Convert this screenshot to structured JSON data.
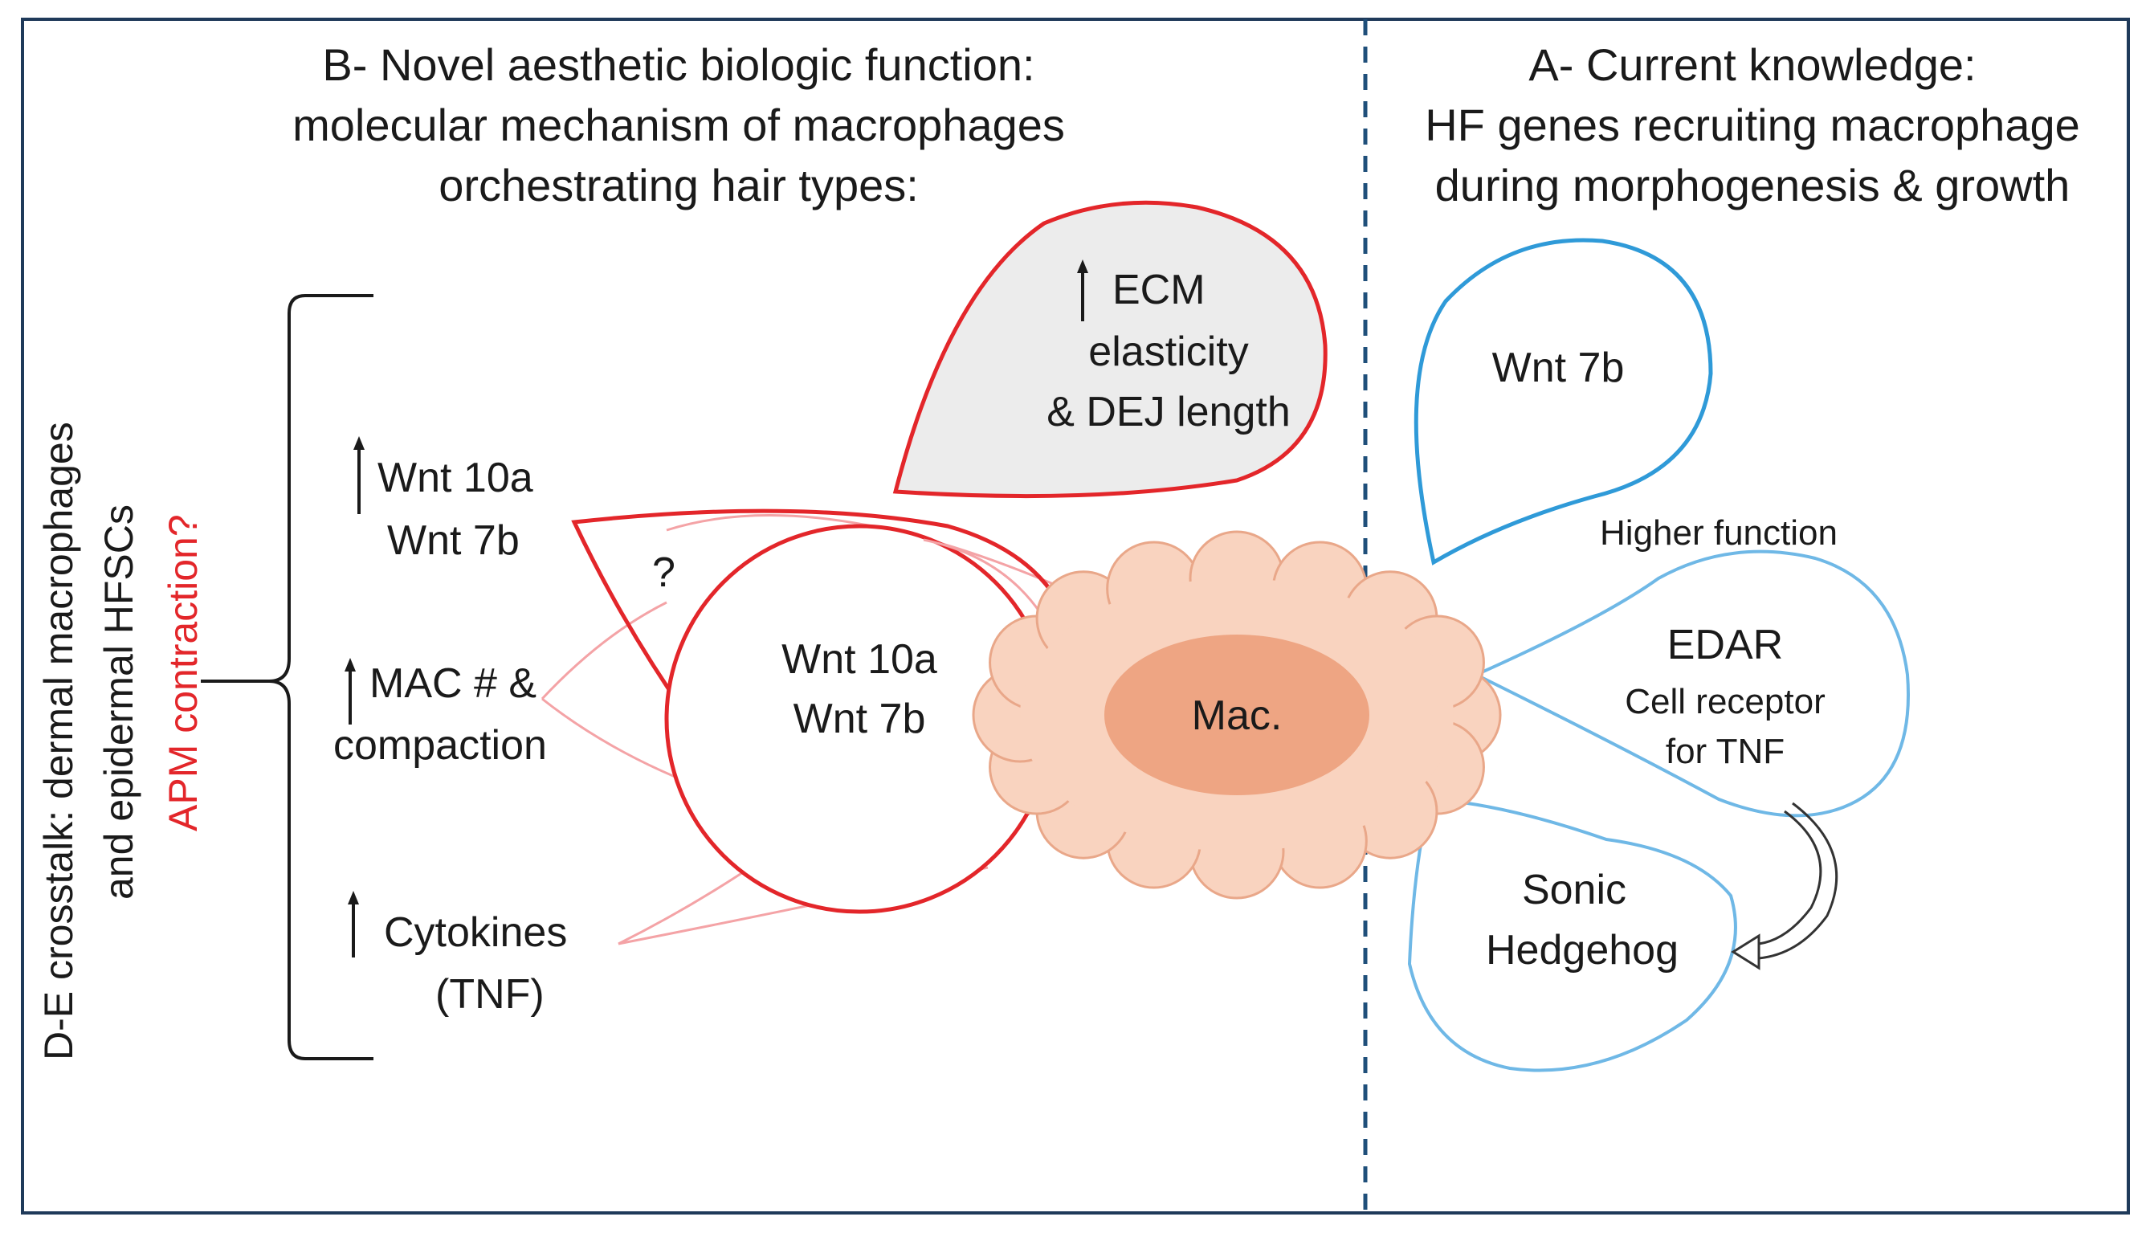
{
  "panel_b": {
    "title_lines": [
      "B- Novel aesthetic biologic function:",
      "molecular mechanism of macrophages",
      "orchestrating hair types:"
    ]
  },
  "panel_a": {
    "title_lines": [
      "A- Current knowledge:",
      "HF genes recruiting macrophage",
      "during morphogenesis & growth"
    ]
  },
  "side_label": {
    "line1": "D-E crosstalk: dermal macrophages",
    "line2": "and epidermal HFSCs",
    "line3": "APM contraction?"
  },
  "left_list": {
    "item1_line1": "Wnt 10a",
    "item1_line2": "Wnt 7b",
    "item2_line1": "MAC # &",
    "item2_line2": "compaction",
    "item3_line1": "Cytokines",
    "item3_line2": "(TNF)"
  },
  "ecm_bubble": {
    "line1": "ECM",
    "line2": "elasticity",
    "line3": "& DEJ length"
  },
  "question_mark": "?",
  "wnt_circle": {
    "line1": "Wnt 10a",
    "line2": "Wnt 7b"
  },
  "macrophage": {
    "label": "Mac."
  },
  "right_bubbles": {
    "wnt7b": "Wnt 7b",
    "higher_function": "Higher function",
    "edar_title": "EDAR",
    "edar_sub1": "Cell receptor",
    "edar_sub2": "for TNF",
    "sonic_line1": "Sonic",
    "sonic_line2": "Hedgehog"
  },
  "colors": {
    "red": "#e3262a",
    "pink": "#f4a3a6",
    "blue_dark": "#2f9ad8",
    "blue_light": "#6fb8e6",
    "cloud_fill": "#f9d3bf",
    "cloud_stroke": "#e9a789",
    "nucleus_fill": "#eea583",
    "border": "#1f3a5a",
    "divider": "#1f4f7a",
    "ecm_fill": "#ececec"
  }
}
